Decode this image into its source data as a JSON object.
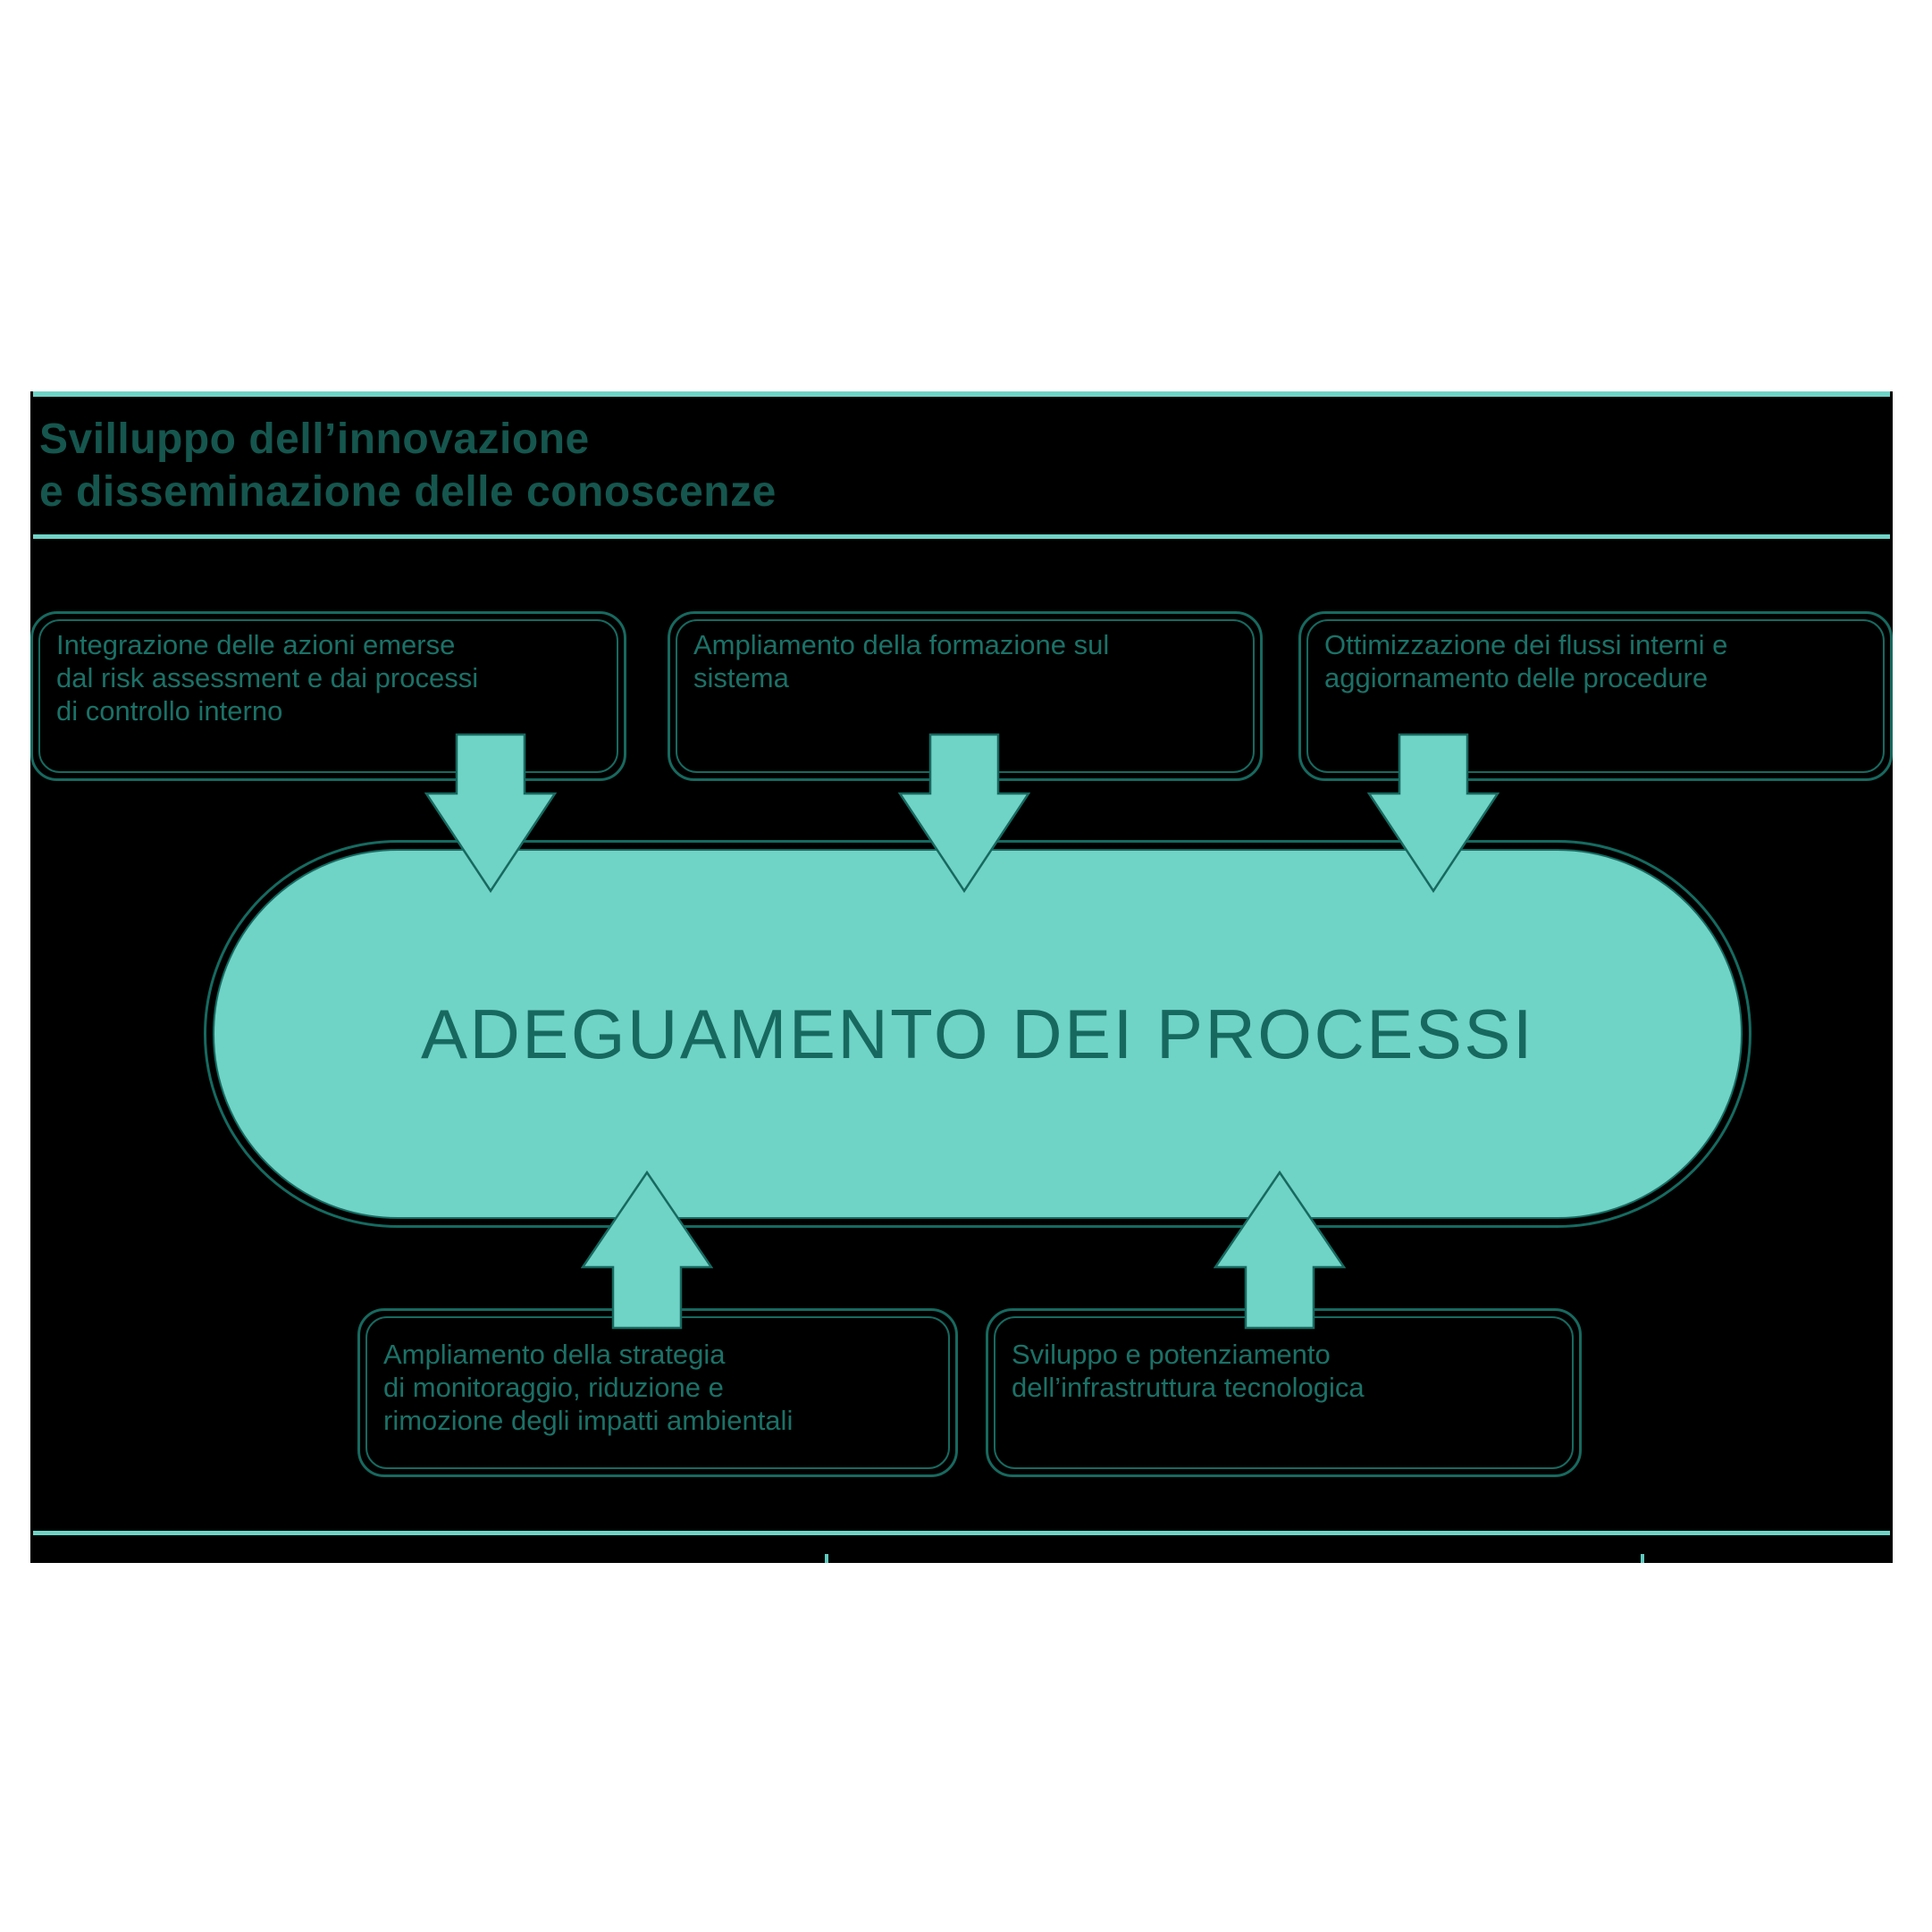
{
  "title": {
    "line1": "Svilluppo dell’innovazione",
    "line2": "e disseminazione delle conoscenze"
  },
  "center_pill": {
    "label": "ADEGUAMENTO DEI PROCESSI"
  },
  "top_boxes": [
    {
      "lines": [
        "Integrazione delle azioni emerse",
        "dal risk assessment e dai processi",
        "di controllo interno"
      ]
    },
    {
      "lines": [
        "Ampliamento della formazione sul",
        "sistema",
        ""
      ]
    },
    {
      "lines": [
        "Ottimizzazione dei flussi interni e",
        "aggiornamento delle procedure",
        ""
      ]
    }
  ],
  "bottom_boxes": [
    {
      "lines": [
        "Ampliamento della strategia",
        "di monitoraggio, riduzione e",
        "rimozione degli impatti ambientali"
      ]
    },
    {
      "lines": [
        "Sviluppo e potenziamento",
        "dell’infrastruttura tecnologica",
        ""
      ]
    }
  ],
  "icons": {
    "down_arrows": "down-arrow-icon",
    "up_arrows": "up-arrow-icon"
  },
  "colors": {
    "page_background": "#FFFFFF",
    "panel_background": "#000000",
    "accent_teal": "#6FD3C6",
    "outline_teal": "#17695F",
    "title_teal": "#15564E",
    "tick_teal": "#5FCABF"
  }
}
